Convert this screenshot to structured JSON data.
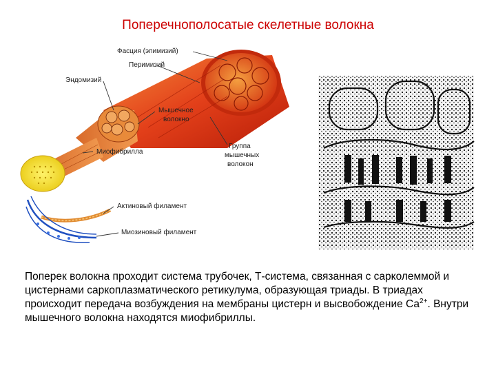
{
  "title": "Поперечнополосатые скелетные волокна",
  "labels": {
    "fascia": "Фасция (эпимизий)",
    "perimysium": "Перимизий",
    "endomysium": "Эндомизий",
    "muscle_fiber_line1": "Мышечное",
    "muscle_fiber_line2": "волокно",
    "myofibril": "Миофибрилла",
    "group_line1": "Группа",
    "group_line2": "мышечных",
    "group_line3": "волокон",
    "actin": "Актиновый филамент",
    "myosin": "Миозиновый филамент"
  },
  "text": {
    "part1": "Поперек волокна проходит система трубочек, Т-система, связанная с сарколеммой и цистернами саркоплазматического ретикулума, образующая триады. В триадах происходит передача возбуждения на мембраны цистерн и высвобождение Са",
    "superscript": "2+",
    "part2": ". Внутри мышечного волокна находятся миофибриллы."
  },
  "colors": {
    "title": "#cc0000",
    "muscle_red": "#e03010",
    "muscle_orange": "#f07a20",
    "myofibril_yellow": "#f4e040",
    "myosin_blue": "#2050c0"
  }
}
